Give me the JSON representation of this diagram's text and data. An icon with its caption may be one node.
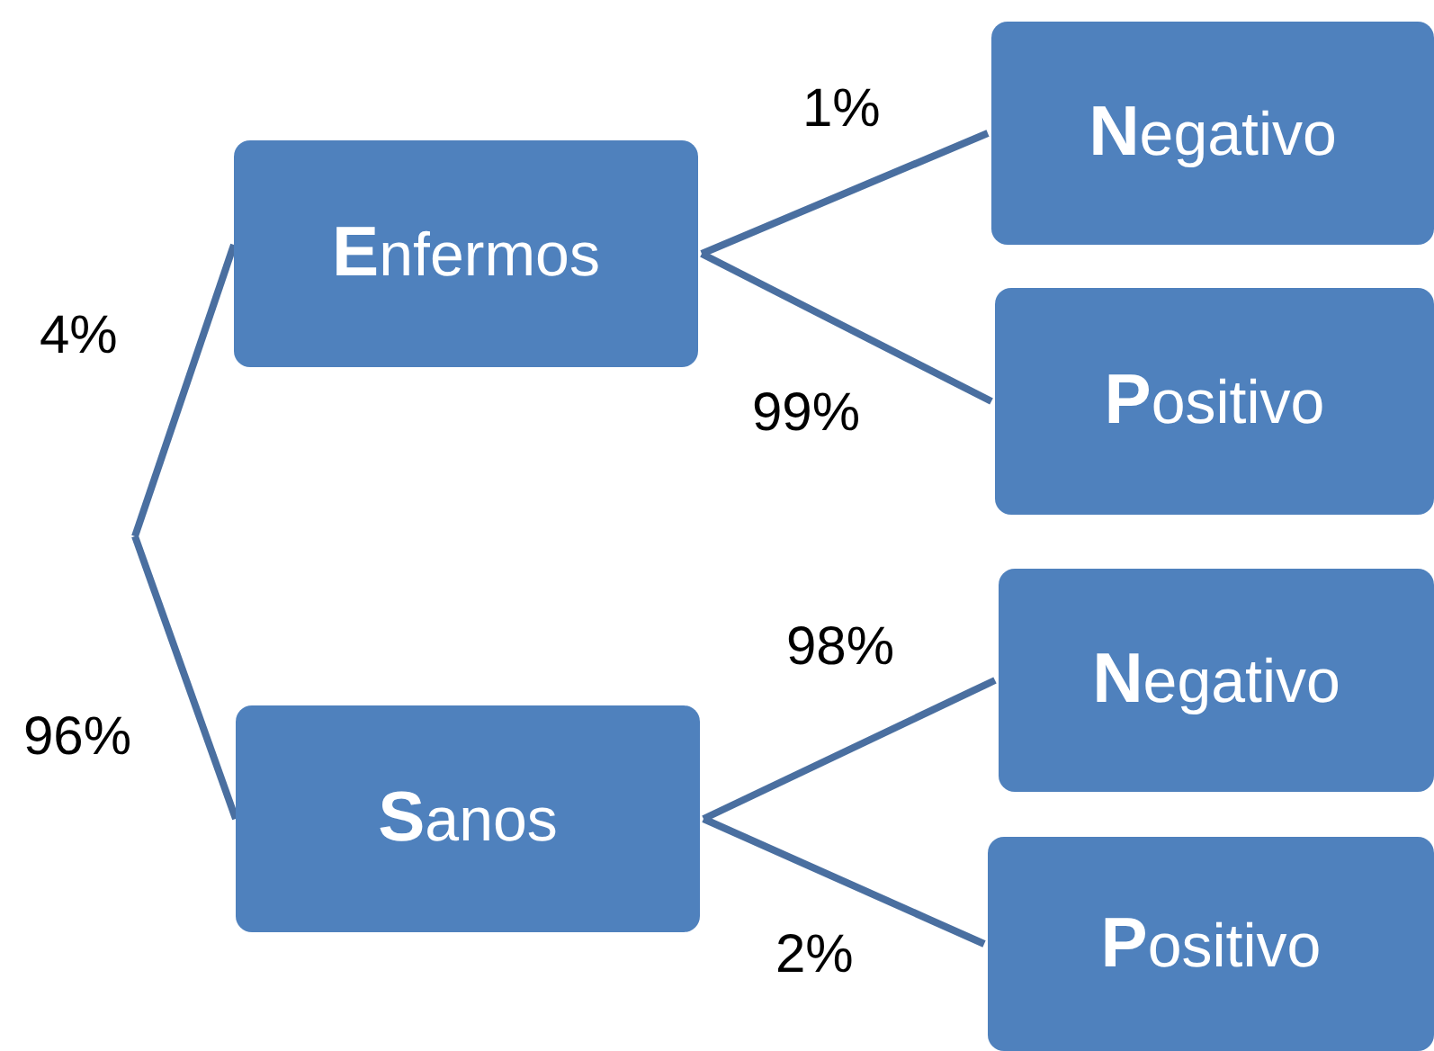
{
  "diagram": {
    "nodes": [
      {
        "text": [
          "**E**nfermos"
        ]
      },
      {
        "text": [
          "**N**egativo"
        ]
      },
      {
        "text": [
          "**P**ositivo"
        ]
      },
      {
        "text": [
          "**S**anos"
        ]
      },
      {
        "text": [
          "**N**egativo"
        ]
      },
      {
        "text": [
          "**P**ositivo"
        ]
      }
    ],
    "edges": [
      {
        "from": null,
        "to": 0,
        "arrow": "none",
        "label": "4%"
      },
      {
        "from": null,
        "to": 3,
        "arrow": "none",
        "label": "96%"
      },
      {
        "from": 0,
        "to": 1,
        "arrow": "none",
        "label": "1%"
      },
      {
        "from": 0,
        "to": 2,
        "arrow": "none",
        "label": "99%"
      },
      {
        "from": 3,
        "to": 4,
        "arrow": "none",
        "label": "98%"
      },
      {
        "from": 3,
        "to": 5,
        "arrow": "none",
        "label": "2%"
      }
    ]
  }
}
